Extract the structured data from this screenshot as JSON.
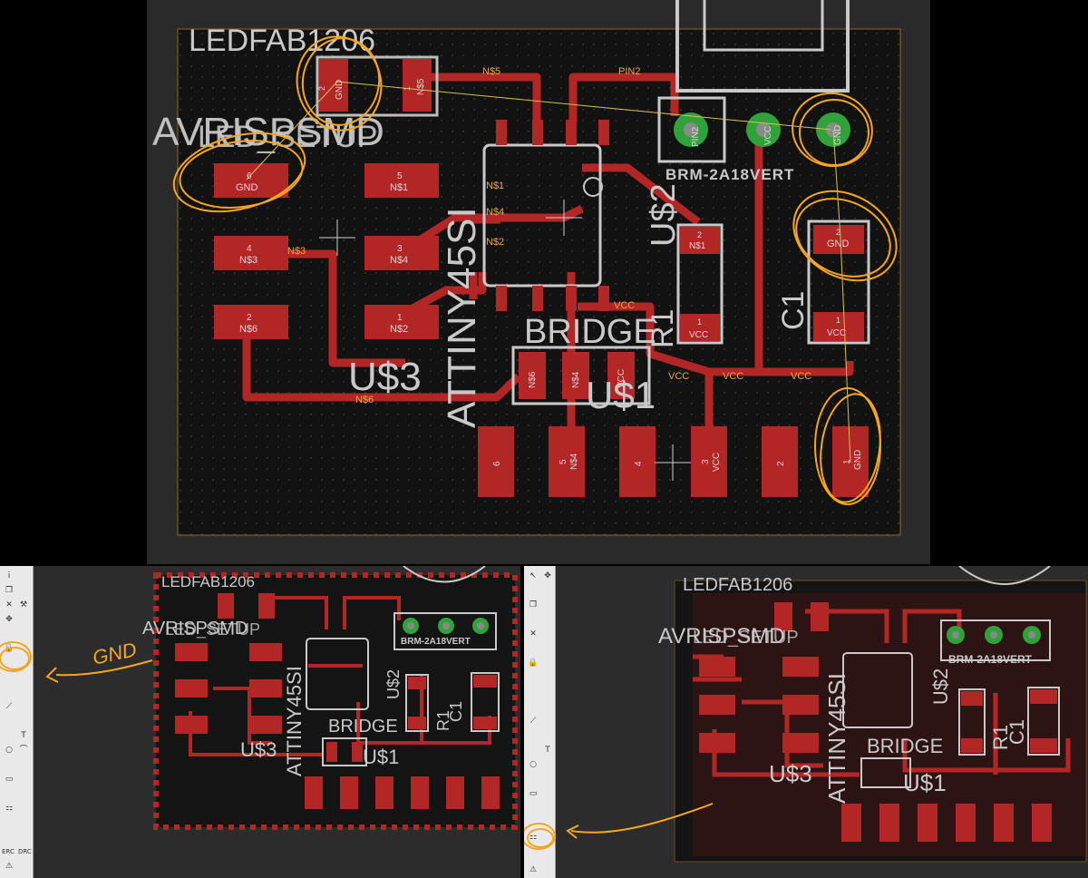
{
  "annotation": {
    "gnd_note": "GND"
  },
  "colors": {
    "copper": "#b32626",
    "board_bg": "#141414",
    "grid_dot": "#3a3a3a",
    "silk": "#bdbdbd",
    "net_label": "#e7a93a",
    "highlight": "#f5a623",
    "via_ring": "#2fa33a"
  },
  "components": {
    "led": "LEDFAB1206",
    "isp": "AVRISPSMD",
    "isp_overlap": "LED_SETUP",
    "mcu": "ATTINY45SI",
    "mcu_ref": "U$2",
    "header_ref": "U$3",
    "bridge": "BRIDGE",
    "bridge_ref": "U$1",
    "resistor": "R1",
    "cap": "C1",
    "switch": "BRM-2A18VERT"
  },
  "pads": {
    "led_p1": "1",
    "led_p2": "2",
    "isp": [
      {
        "num": "6",
        "net": "GND"
      },
      {
        "num": "5",
        "net": "N$1"
      },
      {
        "num": "4",
        "net": "N$3"
      },
      {
        "num": "3",
        "net": "N$4"
      },
      {
        "num": "2",
        "net": "N$6"
      },
      {
        "num": "1",
        "net": "N$2"
      }
    ],
    "bottom": [
      "6",
      "5",
      "4",
      "3",
      "2",
      "1"
    ],
    "bottom_net": {
      "p5": "N$4",
      "p3": "VCC",
      "p1": "GND"
    },
    "r1_top": "2",
    "r1_bot": "1",
    "c1_top": "2",
    "c1_bot": "1",
    "bridge": {
      "left": "N$6",
      "mid": "N$4",
      "right": "VCC"
    }
  },
  "nets": {
    "n1": "N$1",
    "n2": "N$2",
    "n3": "N$3",
    "n4": "N$4",
    "n5": "N$5",
    "n6": "N$6",
    "pin2": "PIN2",
    "vcc": "VCC",
    "gnd": "GND"
  },
  "toolbar": {
    "erc": "ERC",
    "drc": "DRC",
    "tools": [
      "info-icon",
      "show-icon",
      "display-icon",
      "lock-icon",
      "move-icon",
      "copy-icon",
      "mirror-icon",
      "rotate-icon",
      "group-icon",
      "delete-icon",
      "split-icon",
      "route-icon",
      "ripup-icon",
      "via-icon",
      "polygon-icon",
      "rect-icon",
      "circle-icon",
      "arc-icon",
      "text-icon",
      "wire-icon",
      "ratsnest-icon",
      "auto-icon",
      "erc-icon",
      "drc-icon",
      "warning-icon"
    ]
  }
}
